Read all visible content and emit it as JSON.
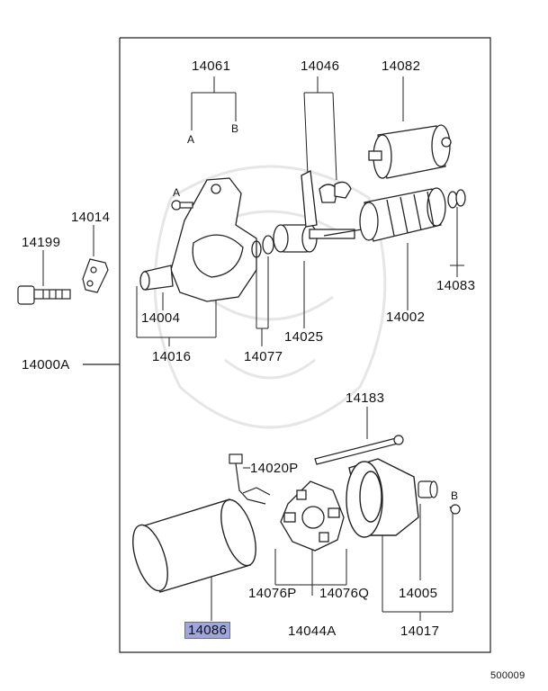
{
  "parts": {
    "p14061": "14061",
    "p14061_a": "A",
    "p14061_b": "B",
    "p14046": "14046",
    "p14082": "14082",
    "p14014": "14014",
    "p14199": "14199",
    "screw_a": "A",
    "p14083": "14083",
    "p14004": "14004",
    "p14002": "14002",
    "p14025": "14025",
    "p14016": "14016",
    "p14077": "14077",
    "p14000a": "14000A",
    "p14183": "14183",
    "p14020p": "14020P",
    "screw_b": "B",
    "p14076p": "14076P",
    "p14076q": "14076Q",
    "p14005": "14005",
    "p14086": "14086",
    "p14044a": "14044A",
    "p14017": "14017"
  },
  "highlighted_part": "14086",
  "highlight_color": "#9fa6dc",
  "diagram_code": "500009"
}
